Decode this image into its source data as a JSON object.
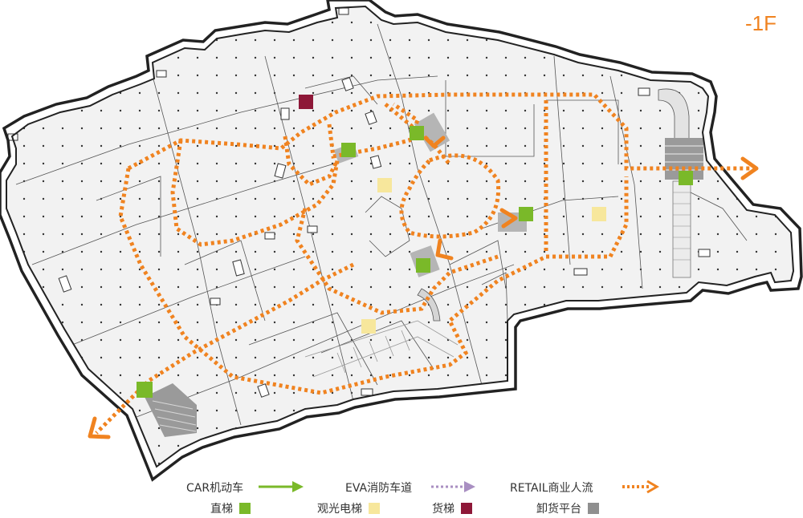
{
  "floor_label": "-1F",
  "legend": {
    "car": {
      "label": "CAR机动车",
      "color": "#7ab929"
    },
    "eva": {
      "label": "EVA消防车道",
      "color": "#a98fc2"
    },
    "retail": {
      "label": "RETAIL商业人流",
      "color": "#f08320"
    },
    "elevator": {
      "label": "直梯",
      "color": "#7ab929"
    },
    "sightseeing_elevator": {
      "label": "观光电梯",
      "color": "#f7e79c"
    },
    "freight_elevator": {
      "label": "货梯",
      "color": "#8e1838"
    },
    "loading_platform": {
      "label": "卸货平台",
      "color": "#8f8f8f"
    }
  }
}
